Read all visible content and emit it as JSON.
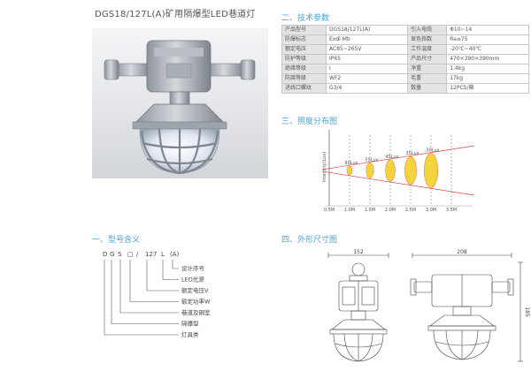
{
  "product_title": "DGS18/127L(A)矿用隔爆型LED巷道灯",
  "sections": {
    "tech_params": "二、技术参数",
    "distribution": "三、照度分布图",
    "model_meaning": "一、型号含义",
    "dimensions": "四、外形尺寸图"
  },
  "spec_rows": [
    {
      "k1": "产品型号",
      "v1": "DGS18/127L(A)",
      "k2": "引入电缆",
      "v2": "Φ10~14"
    },
    {
      "k1": "防爆标志",
      "v1": "Exdl Mb",
      "k2": "显色指数",
      "v2": "Ra≥75"
    },
    {
      "k1": "额定电压",
      "v1": "AC85~265V",
      "k2": "工作温度",
      "v2": "-20℃~40℃"
    },
    {
      "k1": "防护等级",
      "v1": "IP65",
      "k2": "产品尺寸",
      "v2": "470×390×390mm"
    },
    {
      "k1": "绝缘等级",
      "v1": "I",
      "k2": "净重",
      "v2": "1.4kg"
    },
    {
      "k1": "防腐等级",
      "v1": "WF2",
      "k2": "毛重",
      "v2": "17kg"
    },
    {
      "k1": "进线口螺纹",
      "v1": "G3/4",
      "k2": "数量",
      "v2": "12PCS/箱"
    }
  ],
  "distribution": {
    "y_axis_label": "Intensity(Lux)",
    "distances": [
      "0.5M",
      "1.0M",
      "1.5M",
      "2.0M",
      "2.5M",
      "3.0M",
      "3.5M"
    ],
    "lux_labels": [
      "90Lux",
      "55Lux",
      "45Lux",
      "35Lux",
      "30Lux"
    ],
    "ellipse_color": "#f3d43c"
  },
  "model": {
    "code_letters": [
      "D",
      "G",
      "S",
      "□",
      "/",
      "127",
      "L",
      "(A)"
    ],
    "meanings": [
      "设计序号",
      "LED光源",
      "额定电压V",
      "额定功率W",
      "巷道及硐室",
      "隔爆型",
      "灯具类"
    ]
  },
  "dims": {
    "width_front": "152",
    "width_side": "208",
    "height": "185"
  },
  "colors": {
    "section_title": "#49a3d8",
    "red_line": "#e0443c",
    "table_header_bg": "#e4e4e4"
  }
}
